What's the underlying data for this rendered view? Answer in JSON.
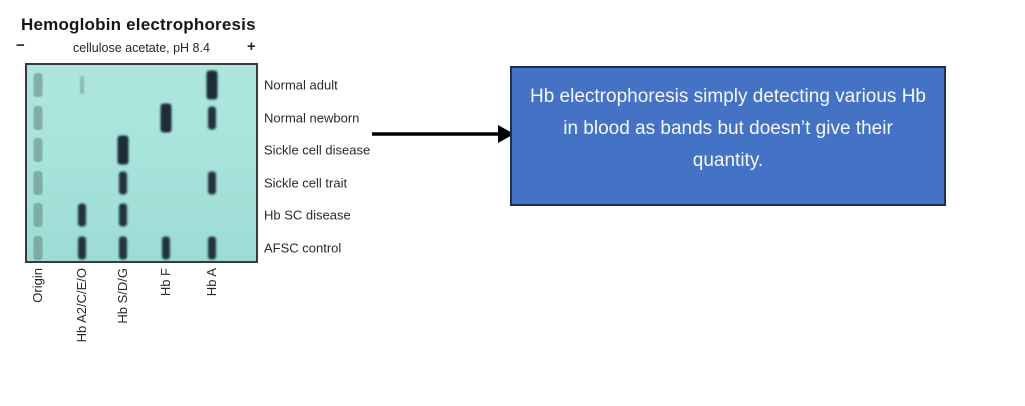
{
  "title": "Hemoglobin electrophoresis",
  "subtitle": "cellulose acetate, pH 8.4",
  "electrodes": {
    "negative": "−",
    "positive": "+"
  },
  "gel": {
    "columns": [
      "Origin",
      "Hb A2/C/E/O",
      "Hb S/D/G",
      "Hb F",
      "Hb A"
    ],
    "rows": [
      {
        "label": "Normal adult",
        "bands": [
          {
            "column": 0,
            "intensity": "origin"
          },
          {
            "column": 1,
            "intensity": "trace"
          },
          {
            "column": 4,
            "intensity": "heavy"
          }
        ]
      },
      {
        "label": "Normal newborn",
        "bands": [
          {
            "column": 0,
            "intensity": "origin"
          },
          {
            "column": 3,
            "intensity": "heavy"
          },
          {
            "column": 4,
            "intensity": "band"
          }
        ]
      },
      {
        "label": "Sickle cell disease",
        "bands": [
          {
            "column": 0,
            "intensity": "origin"
          },
          {
            "column": 2,
            "intensity": "heavy"
          }
        ]
      },
      {
        "label": "Sickle cell trait",
        "bands": [
          {
            "column": 0,
            "intensity": "origin"
          },
          {
            "column": 2,
            "intensity": "band"
          },
          {
            "column": 4,
            "intensity": "band"
          }
        ]
      },
      {
        "label": "Hb SC disease",
        "bands": [
          {
            "column": 0,
            "intensity": "origin"
          },
          {
            "column": 1,
            "intensity": "band"
          },
          {
            "column": 2,
            "intensity": "band"
          }
        ]
      },
      {
        "label": "AFSC control",
        "bands": [
          {
            "column": 0,
            "intensity": "origin"
          },
          {
            "column": 1,
            "intensity": "band"
          },
          {
            "column": 2,
            "intensity": "band"
          },
          {
            "column": 3,
            "intensity": "band"
          },
          {
            "column": 4,
            "intensity": "band"
          }
        ]
      }
    ]
  },
  "callout": {
    "text": "Hb electrophoresis simply detecting various Hb in blood as bands but doesn’t give their quantity."
  },
  "colors": {
    "gel_background": "#a8e3dc",
    "gel_border": "#3a3a3a",
    "band": "#22333f",
    "band_heavy": "#1c2c39",
    "callout_fill": "#4472c4",
    "callout_border": "#203150",
    "callout_text": "#f6f8fd",
    "arrow": "#000000"
  }
}
